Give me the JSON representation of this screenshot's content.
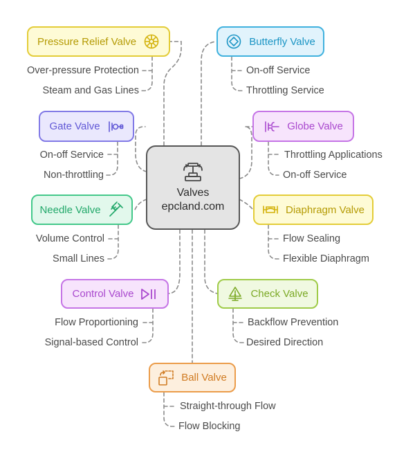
{
  "center": {
    "title": "Valves",
    "subtitle": "epcland.com",
    "icon": "valve-icon"
  },
  "nodes": [
    {
      "key": "pressure_relief",
      "label": "Pressure Relief Valve",
      "icon": "safety-valve-icon",
      "color": "#e3cc37",
      "items": [
        "Over-pressure Protection",
        "Steam and Gas Lines"
      ]
    },
    {
      "key": "butterfly",
      "label": "Butterfly Valve",
      "icon": "butterfly-disc-icon",
      "color": "#3fb1de",
      "items": [
        "On-off Service",
        "Throttling Service"
      ]
    },
    {
      "key": "gate",
      "label": "Gate Valve",
      "icon": "gate-valve-icon",
      "color": "#8179e6",
      "items": [
        "On-off Service",
        "Non-throttling"
      ]
    },
    {
      "key": "globe",
      "label": "Globe Valve",
      "icon": "globe-valve-icon",
      "color": "#c574e6",
      "items": [
        "Throttling Applications",
        "On-off Service"
      ]
    },
    {
      "key": "needle",
      "label": "Needle Valve",
      "icon": "syringe-icon",
      "color": "#43c88a",
      "items": [
        "Volume Control",
        "Small Lines"
      ]
    },
    {
      "key": "diaphragm",
      "label": "Diaphragm Valve",
      "icon": "diaphragm-icon",
      "color": "#e3cc37",
      "items": [
        "Flow Sealing",
        "Flexible Diaphragm"
      ]
    },
    {
      "key": "control",
      "label": "Control Valve",
      "icon": "play-pause-icon",
      "color": "#c574e6",
      "items": [
        "Flow Proportioning",
        "Signal-based Control"
      ]
    },
    {
      "key": "check",
      "label": "Check Valve",
      "icon": "check-valve-icon",
      "color": "#9fcb48",
      "items": [
        "Backflow Prevention",
        "Desired Direction"
      ]
    },
    {
      "key": "ball",
      "label": "Ball Valve",
      "icon": "ball-valve-icon",
      "color": "#eb9c4a",
      "items": [
        "Straight-through Flow",
        "Flow Blocking"
      ]
    }
  ]
}
